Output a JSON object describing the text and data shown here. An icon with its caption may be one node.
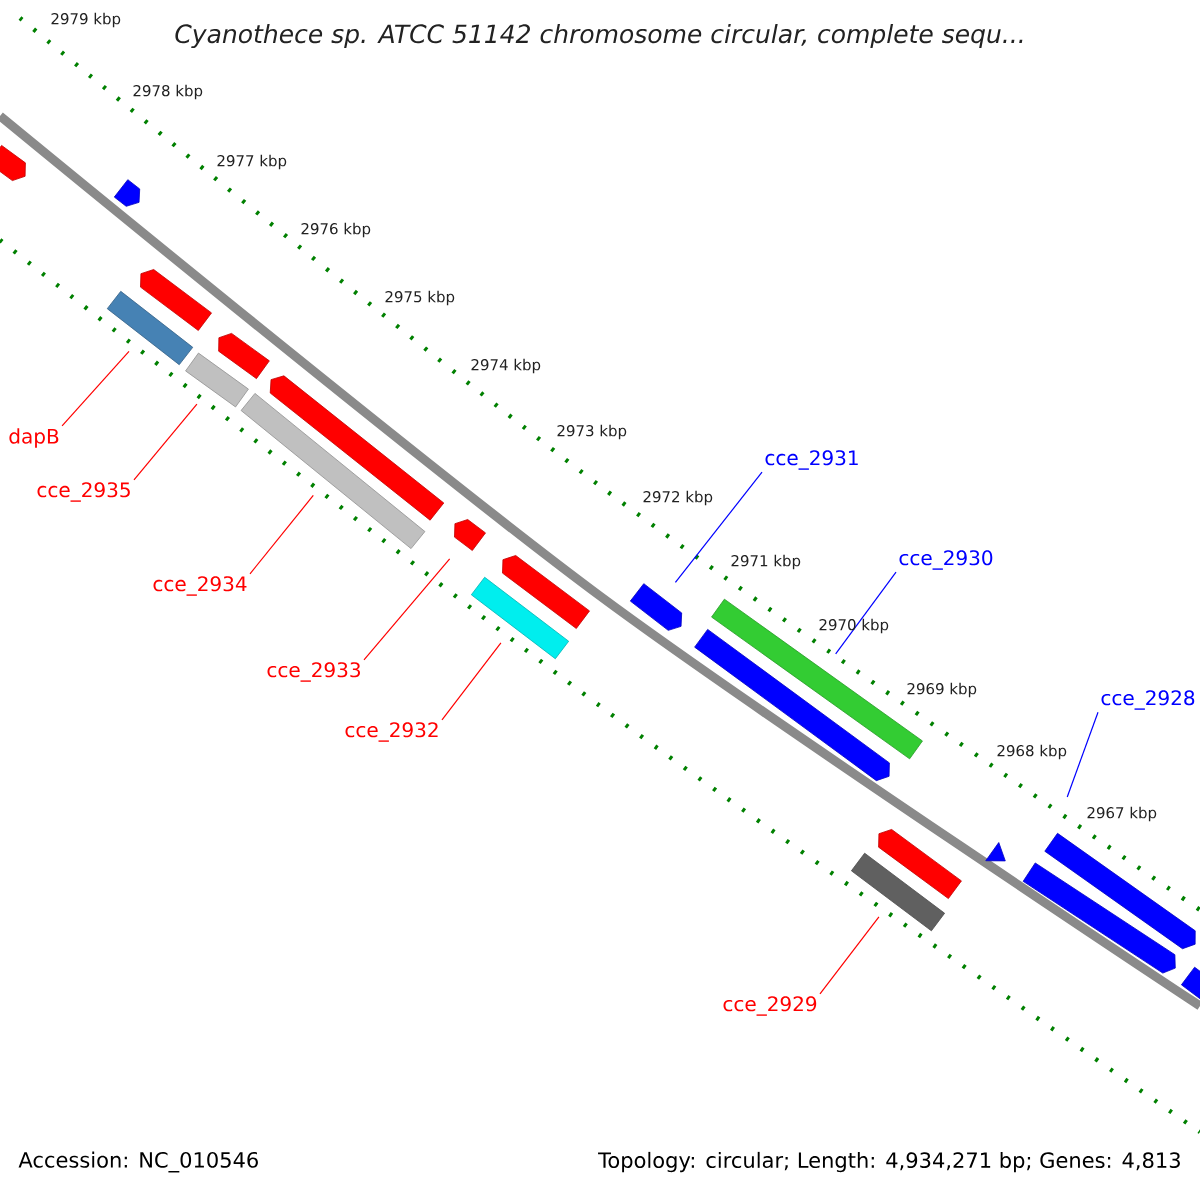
{
  "diagram": {
    "title": "Cyanothece sp. ATCC 51142 chromosome circular, complete sequ...",
    "nodes": [
      {
        "text": [
          "dapB"
        ]
      },
      {
        "text": [
          "cce_2931"
        ]
      },
      {
        "text": [
          "cce_2935"
        ]
      },
      {
        "text": [
          "cce_2930"
        ]
      },
      {
        "text": [
          "cce_2934"
        ]
      },
      {
        "text": [
          "cce_2933"
        ]
      },
      {
        "text": [
          "cce_2928"
        ]
      },
      {
        "text": [
          "cce_2932"
        ]
      },
      {
        "text": [
          "cce_2929"
        ]
      },
      {
        "text": [],
        "shape": "pentagon"
      },
      {
        "text": [],
        "shape": "pentagon"
      },
      {
        "text": [],
        "shape": "pentagon"
      },
      {
        "text": [],
        "shape": "box"
      },
      {
        "text": [],
        "shape": "box"
      },
      {
        "text": [],
        "shape": "pentagon"
      },
      {
        "text": [],
        "shape": "box"
      },
      {
        "text": [],
        "shape": "pentagon"
      },
      {
        "text": [],
        "shape": "pentagon"
      },
      {
        "text": [],
        "shape": "pentagon"
      },
      {
        "text": [],
        "shape": "box"
      },
      {
        "text": [],
        "shape": "pentagon"
      },
      {
        "text": [],
        "shape": "pentagon"
      },
      {
        "text": [],
        "shape": "box"
      },
      {
        "text": [],
        "shape": "pentagon"
      },
      {
        "text": [],
        "shape": "box"
      },
      {
        "text": [],
        "shape": "triangle"
      },
      {
        "text": [],
        "shape": "pentagon"
      },
      {
        "text": [],
        "shape": "pentagon"
      },
      {
        "text": [],
        "shape": "box"
      }
    ],
    "edges": [
      {
        "from": 0,
        "to": 12,
        "arrow": "none"
      },
      {
        "from": 2,
        "to": 13,
        "arrow": "none"
      },
      {
        "from": 4,
        "to": 15,
        "arrow": "none"
      },
      {
        "from": 5,
        "to": 17,
        "arrow": "none"
      },
      {
        "from": 7,
        "to": 19,
        "arrow": "none"
      },
      {
        "from": 8,
        "to": 24,
        "arrow": "none"
      },
      {
        "from": 1,
        "to": 20,
        "arrow": "none",
        "color": "#0000ff"
      },
      {
        "from": 3,
        "to": 22,
        "arrow": "none",
        "color": "#0000ff"
      },
      {
        "from": 6,
        "to": 26,
        "arrow": "none",
        "color": "#0000ff"
      }
    ],
    "labels": [
      "2979 kbp",
      "2978 kbp",
      "2977 kbp",
      "2976 kbp",
      "2975 kbp",
      "2974 kbp",
      "2973 kbp",
      "2972 kbp",
      "2971 kbp",
      "2970 kbp",
      "2969 kbp",
      "2968 kbp",
      "2967 kbp",
      "Accession: NC_010546",
      "Topology: circular; Length: 4,934,271 bp; Genes: 4,813"
    ]
  }
}
